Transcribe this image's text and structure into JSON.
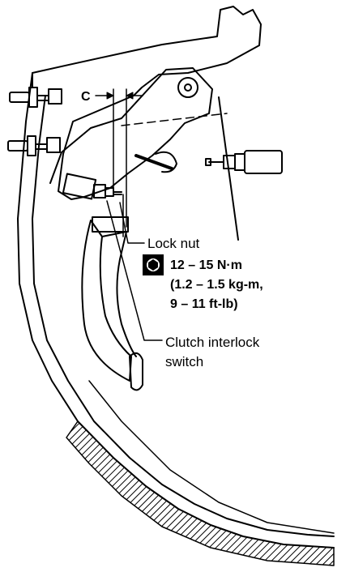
{
  "diagram": {
    "dimension_label": "C",
    "callouts": {
      "lock_nut": "Lock nut",
      "torque_nm": "12 – 15 N·m",
      "torque_kgm": "(1.2 – 1.5 kg-m,",
      "torque_ftlb": "9 – 11 ft-lb)",
      "switch_line1": "Clutch interlock",
      "switch_line2": "switch"
    },
    "icons": [
      "torque-wrench-icon"
    ]
  }
}
